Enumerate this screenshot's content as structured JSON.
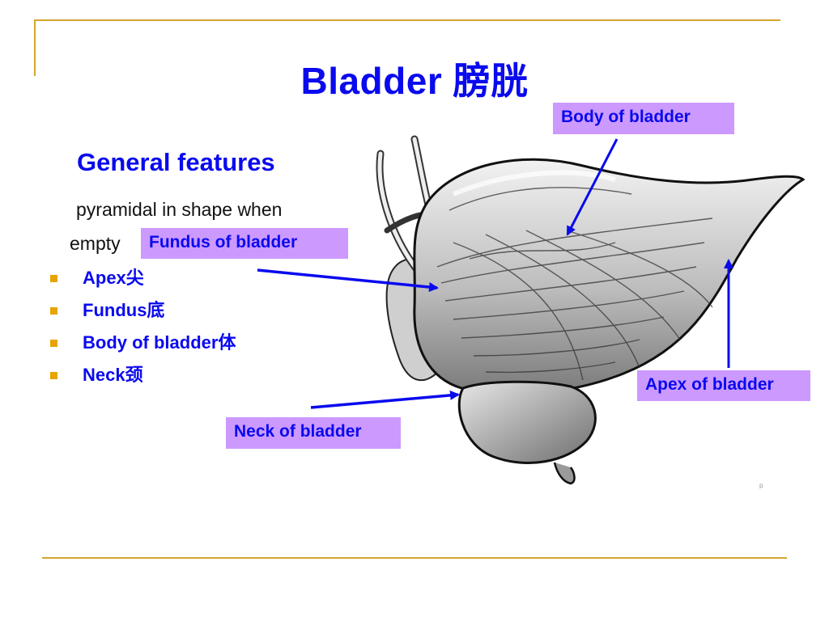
{
  "slide": {
    "title": "Bladder 膀胱",
    "subtitle": "General features",
    "description_line1": "pyramidal in shape when",
    "description_line2": "empty",
    "bullets": [
      {
        "label": "Apex尖"
      },
      {
        "label": "Fundus底"
      },
      {
        "label": "Body of bladder体"
      },
      {
        "label": "Neck颈"
      }
    ]
  },
  "labels": {
    "body": "Body of bladder",
    "fundus": "Fundus of bladder",
    "apex": "Apex of bladder",
    "neck": "Neck of bladder"
  },
  "colors": {
    "accent_line": "#d4a52f",
    "title_text": "#0a0aee",
    "label_background": "#cc99ff",
    "bullet_marker": "#e6a400",
    "arrow": "#0a0aee"
  }
}
